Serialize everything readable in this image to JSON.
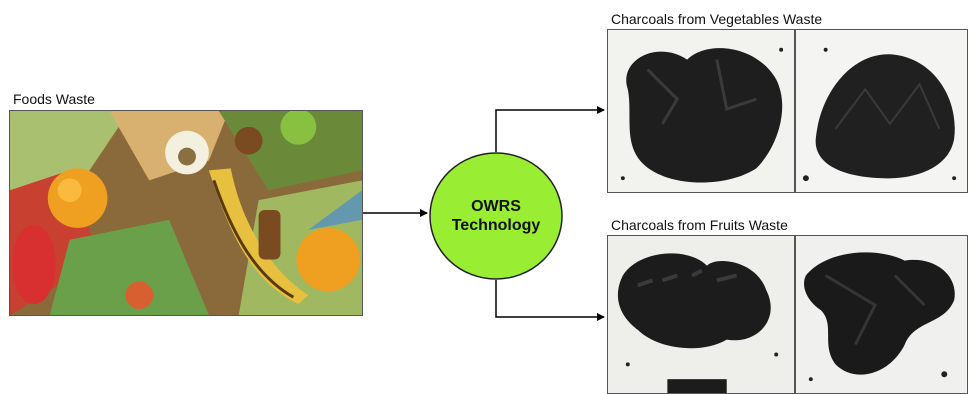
{
  "source": {
    "label": "Foods Waste",
    "image": "food-waste-photo"
  },
  "process": {
    "title_line1": "OWRS",
    "title_line2": "Technology",
    "color": "#99ee33"
  },
  "outputs": [
    {
      "label": "Charcoals from Vegetables Waste",
      "images": [
        "vegetable-charcoal-photo-left",
        "vegetable-charcoal-photo-right"
      ]
    },
    {
      "label": "Charcoals from Fruits Waste",
      "images": [
        "fruit-charcoal-photo-left",
        "fruit-charcoal-photo-right"
      ]
    }
  ]
}
